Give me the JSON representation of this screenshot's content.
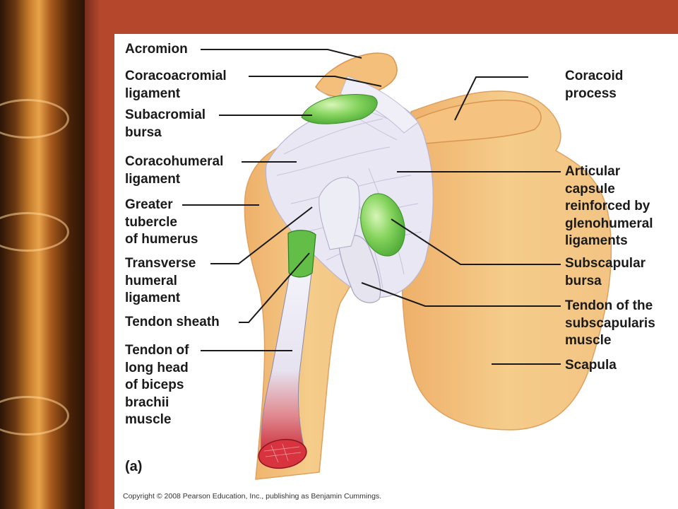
{
  "diagram": {
    "labels": {
      "acromion": "Acromion",
      "coracoacromial_ligament": "Coracoacromial\nligament",
      "subacromial_bursa": "Subacromial\nbursa",
      "coracohumeral_ligament": "Coracohumeral\nligament",
      "greater_tubercle": "Greater\ntubercle\nof humerus",
      "transverse_humeral_ligament": "Transverse\nhumeral\nligament",
      "tendon_sheath": "Tendon sheath",
      "biceps_tendon": "Tendon of\nlong head\nof biceps\nbrachii\nmuscle",
      "coracoid_process": "Coracoid\nprocess",
      "articular_capsule": "Articular\ncapsule\nreinforced by\nglenohumeral\nligaments",
      "subscapular_bursa": "Subscapular\nbursa",
      "subscapularis_tendon": "Tendon of the\nsubscapularis\nmuscle",
      "scapula": "Scapula"
    },
    "panel_letter": "(a)",
    "copyright": "Copyright © 2008 Pearson Education, Inc., publishing as Benjamin Cummings."
  },
  "colors": {
    "frame_background": "#b5472c",
    "panel_background": "#ffffff",
    "bone": "#f2c27e",
    "bone_shadow": "#e3a35e",
    "ligament": "#e8e6f2",
    "bursa": "#7fcf5a",
    "muscle": "#c8202e",
    "leader_line": "#1a1a1a"
  }
}
